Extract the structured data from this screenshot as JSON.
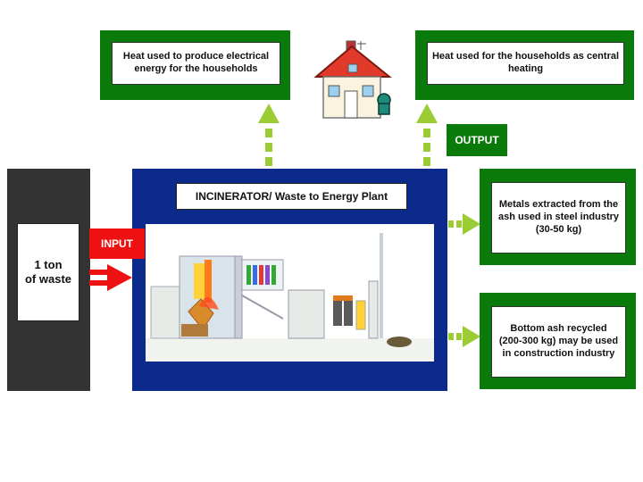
{
  "input": {
    "waste_label": "1 ton\nof waste",
    "tag": "INPUT"
  },
  "plant": {
    "title": "INCINERATOR/ Waste to Energy Plant"
  },
  "output": {
    "tag": "OUTPUT",
    "electricity": "Heat used to produce electrical\nenergy for the households",
    "heating": "Heat used for the households as central\nheating",
    "metals": "Metals extracted from the\nash used in steel industry\n(30-50 kg)",
    "bottom_ash": "Bottom ash recycled\n(200-300 kg) may be used\nin construction industry"
  },
  "icons": {
    "house": "house-icon",
    "plant_illustration": "incinerator-plant-illustration",
    "input_arrow": "red-arrow-right-icon",
    "output_arrows": "green-dashed-arrow-icon"
  },
  "colors": {
    "green": "#0a7a0a",
    "arrow_green": "#9ccc33",
    "blue": "#0b2a8c",
    "red": "#ee1111",
    "dark": "#333333"
  }
}
